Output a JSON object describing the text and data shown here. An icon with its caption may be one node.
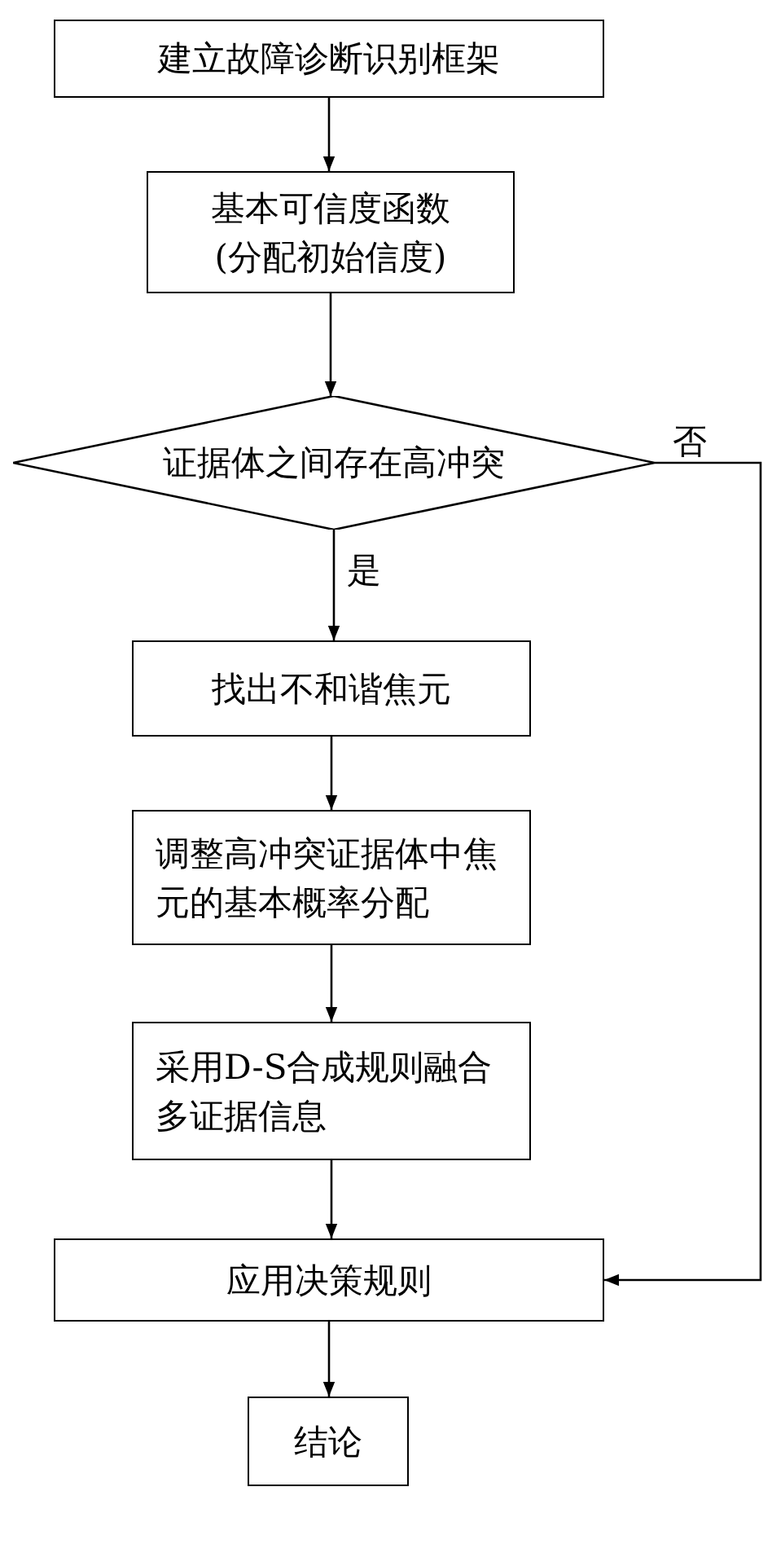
{
  "diagram": {
    "nodes": [
      {
        "text": [
          "建立故障诊断识别框架"
        ]
      },
      {
        "text": [
          "基本可信度函数(分配初始信度)"
        ]
      },
      {
        "text": [
          "证据体之间存在高冲突"
        ]
      },
      {
        "text": [
          "找出不和谐焦元"
        ]
      },
      {
        "text": [
          "调整高冲突证据体中焦元的基本概率分配"
        ]
      },
      {
        "text": [
          "采用D-S合成规则融合多证据信息"
        ]
      },
      {
        "text": [
          "应用决策规则"
        ]
      },
      {
        "text": [
          "结论"
        ]
      }
    ],
    "edges": [
      {
        "from": 0,
        "to": 1,
        "arrow": "to"
      },
      {
        "from": 1,
        "to": 2,
        "arrow": "to"
      },
      {
        "from": 2,
        "to": 3,
        "arrow": "to",
        "label": "是"
      },
      {
        "from": 3,
        "to": 4,
        "arrow": "to"
      },
      {
        "from": 4,
        "to": 5,
        "arrow": "to"
      },
      {
        "from": 5,
        "to": 6,
        "arrow": "to"
      },
      {
        "from": 6,
        "to": 7,
        "arrow": "to"
      },
      {
        "from": 2,
        "to": 6,
        "arrow": "to",
        "label": "否"
      }
    ]
  }
}
